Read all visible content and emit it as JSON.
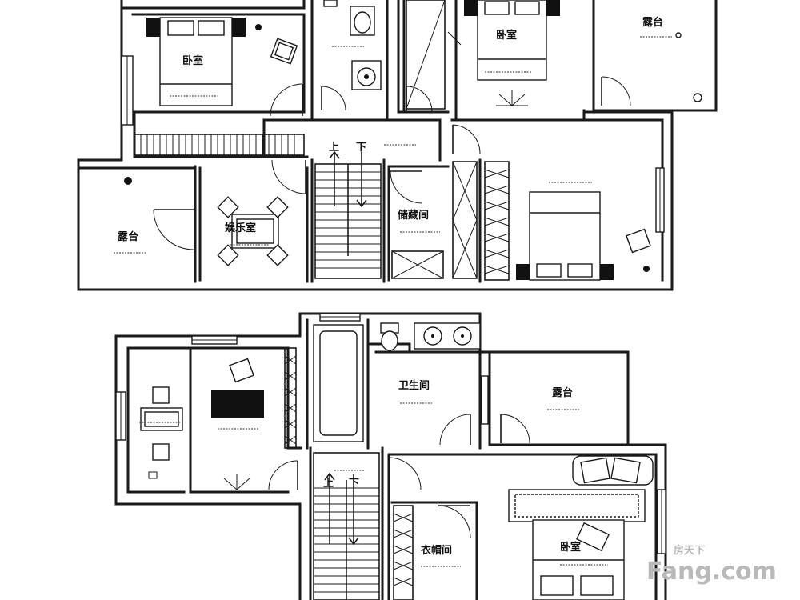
{
  "rooms": {
    "upper": {
      "bedroom_west": "卧室",
      "bedroom_north": "卧室",
      "terrace_northeast": "露台",
      "terrace_west": "露台",
      "entertainment": "娱乐室",
      "storage": "储藏间"
    },
    "lower": {
      "bathroom": "卫生间",
      "terrace_east": "露台",
      "closet": "衣帽间",
      "bedroom_south": "卧室"
    }
  },
  "stairs": {
    "up": "上",
    "down": "下"
  },
  "watermark": {
    "chinese": "房天下",
    "latin": "Fang.com"
  },
  "colors": {
    "wall": "#1a1a1a",
    "background": "#ffffff",
    "watermark": "#b9b9b9"
  }
}
